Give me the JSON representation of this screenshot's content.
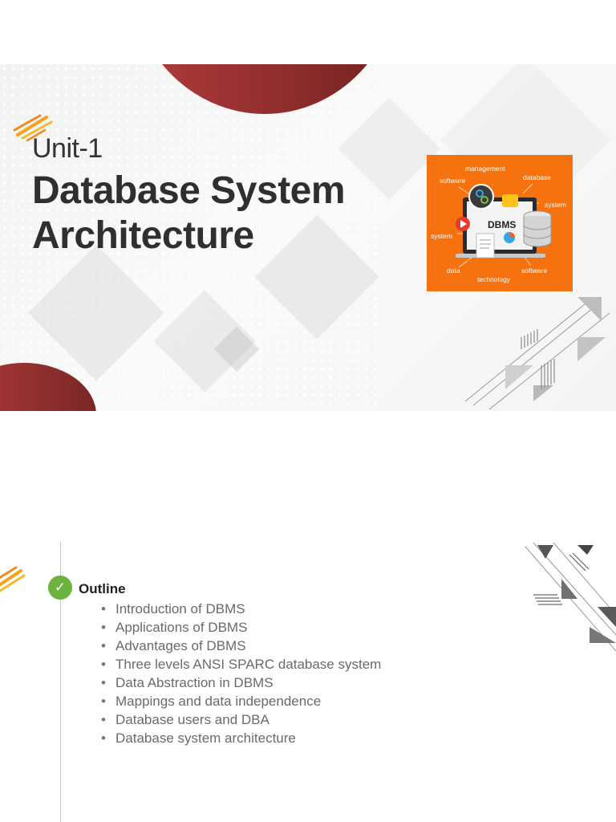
{
  "slide1": {
    "unit": "Unit-1",
    "title_line1": "Database System",
    "title_line2": "Architecture",
    "image": {
      "labels": {
        "management": "management",
        "database": "database",
        "software_top": "software",
        "system_right": "system",
        "dbms": "DBMS",
        "system_left": "system",
        "data": "data",
        "technology": "technology",
        "software_bottom": "software"
      }
    }
  },
  "slide2": {
    "heading": "Outline",
    "bullets": [
      "Introduction of DBMS",
      "Applications of DBMS",
      "Advantages of DBMS",
      "Three levels ANSI SPARC database system",
      "Data Abstraction in DBMS",
      "Mappings and data independence",
      "Database users and DBA",
      "Database system architecture"
    ]
  },
  "colors": {
    "accent_red": "#8e2c2c",
    "orange": "#f6720f",
    "check_green": "#6cb33e",
    "title_text": "#2f2f2f",
    "bullet_text": "#6a6a6a"
  }
}
